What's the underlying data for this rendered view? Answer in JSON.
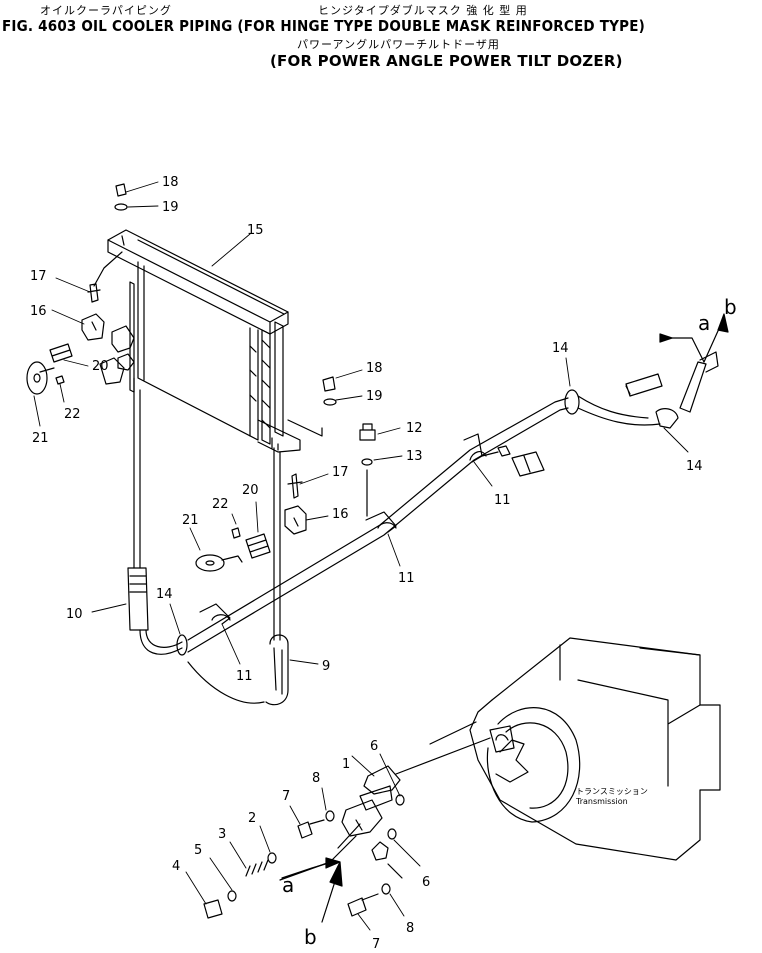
{
  "header": {
    "jp_line1a": "オイルクーラパイピング",
    "jp_line1b": "ヒンジタイプダブルマスク 強 化 型 用",
    "title": "FIG. 4603 OIL COOLER PIPING (FOR HINGE TYPE DOUBLE MASK REINFORCED TYPE)",
    "jp_line2": "パワーアングルパワーチルトドーザ用",
    "subtitle": "(FOR POWER ANGLE POWER TILT DOZER)"
  },
  "callouts": {
    "c18a": "18",
    "c19a": "19",
    "c15": "15",
    "c17a": "17",
    "c16a": "16",
    "c20a": "20",
    "c22a": "22",
    "c21a": "21",
    "c18b": "18",
    "c19b": "19",
    "c12": "12",
    "c13": "13",
    "c17b": "17",
    "c16b": "16",
    "c22b": "22",
    "c20b": "20",
    "c21b": "21",
    "c14a": "14",
    "c11a": "11",
    "c11b": "11",
    "c14b": "14",
    "c10": "10",
    "c14c": "14",
    "c11c": "11",
    "c9": "9",
    "c1": "1",
    "c6a": "6",
    "c8a": "8",
    "c7a": "7",
    "c2": "2",
    "c3": "3",
    "c5": "5",
    "c4": "4",
    "c6b": "6",
    "c8b": "8",
    "c7b": "7"
  },
  "refs": {
    "a1": "a",
    "b1": "b",
    "a2": "a",
    "b2": "b"
  },
  "labels": {
    "transmission_jp": "トランスミッション",
    "transmission_en": "Transmission"
  }
}
